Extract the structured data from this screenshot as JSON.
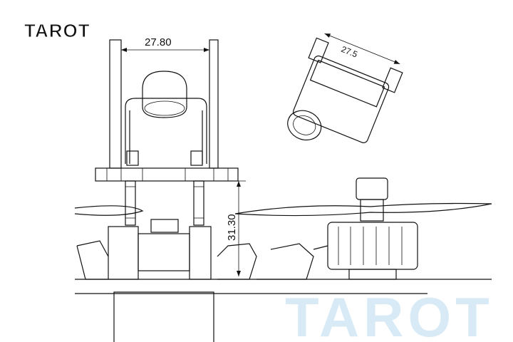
{
  "logo": "TAROT",
  "watermark": "TAROT",
  "dimensions": {
    "bracket_width": "27.80",
    "camera_width": "27.5",
    "mount_height": "31.30"
  },
  "colors": {
    "line": "#111111",
    "watermark": "#cfe6f5"
  }
}
